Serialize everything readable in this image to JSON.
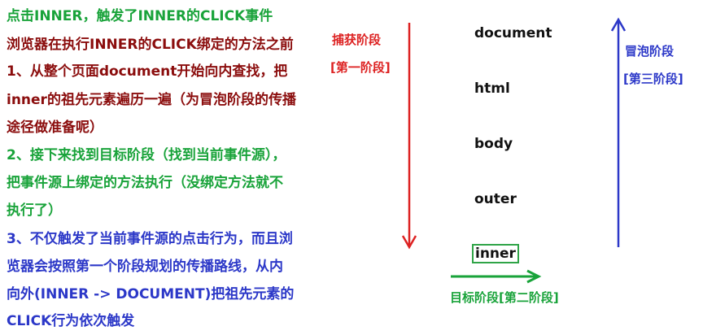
{
  "notes": {
    "title": "点击INNER，触发了INNER的CLICK事件",
    "intro": "浏览器在执行INNER的CLICK绑定的方法之前",
    "step1_lines": [
      "1、从整个页面document开始向内查找，把",
      "inner的祖先元素遍历一遍（为冒泡阶段的传播",
      "途径做准备呢）"
    ],
    "step2_lines": [
      "2、接下来找到目标阶段（找到当前事件源），",
      "把事件源上绑定的方法执行（没绑定方法就不",
      "执行了）"
    ],
    "step3_lines": [
      "3、不仅触发了当前事件源的点击行为，而且浏",
      "览器会按照第一个阶段规划的传播路线，从内",
      "向外(INNER -> DOCUMENT)把祖先元素的",
      "CLICK行为依次触发"
    ]
  },
  "capture": {
    "label": "捕获阶段",
    "sub": "[第一阶段]"
  },
  "target": {
    "label": "目标阶段[第二阶段]"
  },
  "bubble": {
    "label": "冒泡阶段",
    "sub": "[第三阶段]"
  },
  "nodes": [
    "document",
    "html",
    "body",
    "outer",
    "inner"
  ],
  "colors": {
    "green": "#19a33a",
    "red": "#dd2222",
    "darkred": "#8b0d0d",
    "blue": "#2c38c8"
  }
}
